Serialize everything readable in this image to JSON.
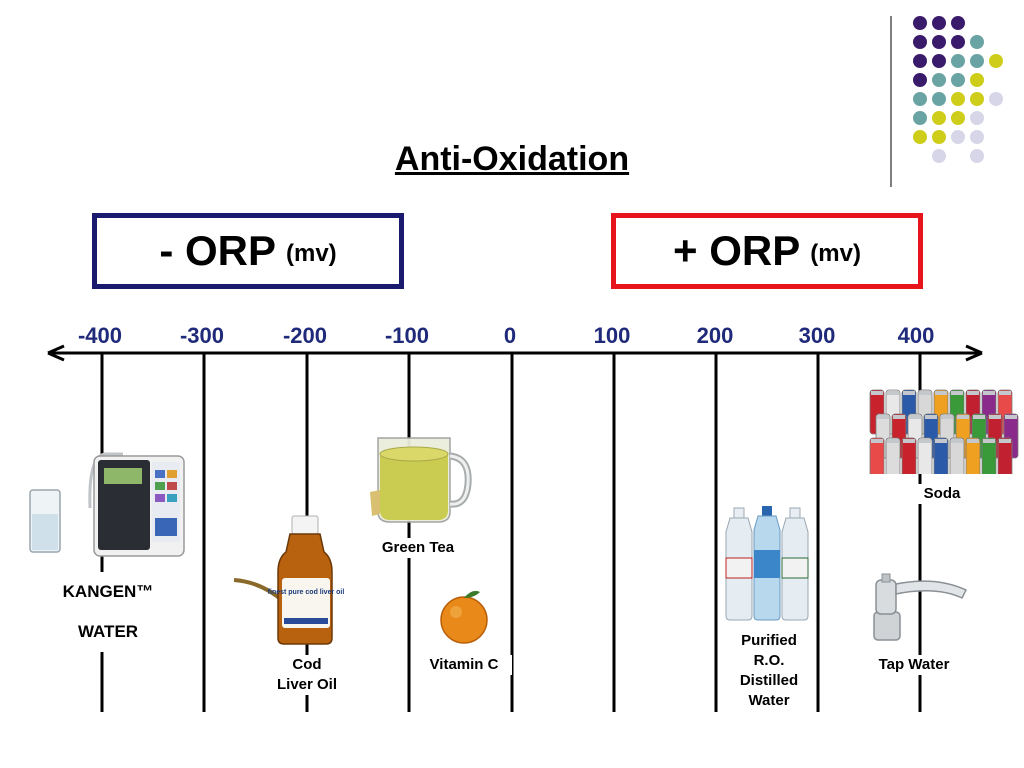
{
  "title": "Anti-Oxidation",
  "orp_negative": {
    "label": "- ORP",
    "unit": "(mv)",
    "border_color": "#1a1a6e"
  },
  "orp_positive": {
    "label": "+ ORP",
    "unit": "(mv)",
    "border_color": "#e8141c"
  },
  "scale": {
    "ticks": [
      "-400",
      "-300",
      "-200",
      "-100",
      "0",
      "100",
      "200",
      "300",
      "400"
    ],
    "color": "#1f2a7a"
  },
  "items": [
    {
      "line1": "KANGEN™",
      "line2": "WATER"
    },
    {
      "line1": "Cod",
      "line2": "Liver Oil"
    },
    {
      "line1": "Green Tea"
    },
    {
      "line1": "Vitamin C"
    },
    {
      "line1": "Purified",
      "line2": "R.O.",
      "line3": "Distilled",
      "line4": "Water"
    },
    {
      "line1": "Soda"
    },
    {
      "line1": "Tap Water"
    }
  ],
  "bottle_text": "finest pure cod liver oil",
  "dot_colors": [
    "#3a1a6a",
    "#6aa3a3",
    "#cdcd1a",
    "#d6d6e8"
  ]
}
